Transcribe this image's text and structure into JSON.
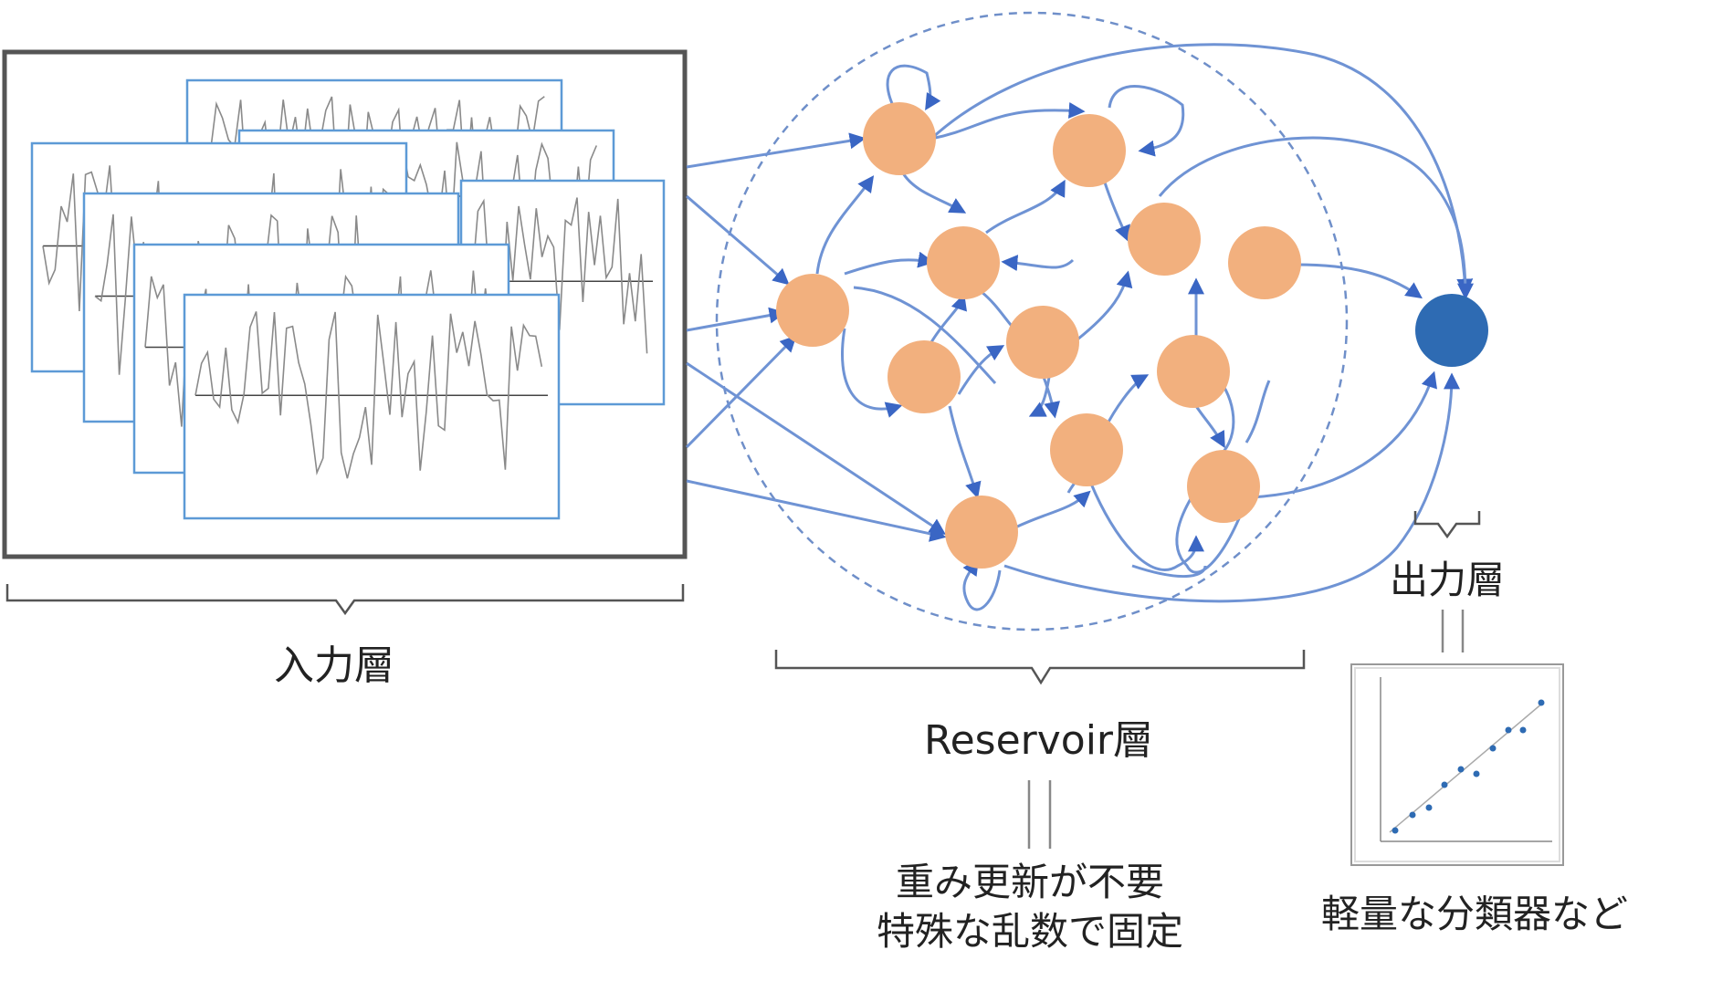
{
  "labels": {
    "input_layer": "入力層",
    "reservoir_layer": "Reservoir層",
    "output_layer": "出力層",
    "reservoir_note_line1": "重み更新が不要",
    "reservoir_note_line2": "特殊な乱数で固定",
    "output_note": "軽量な分類器など"
  },
  "colors": {
    "reservoir_node": "#f2b07e",
    "output_node": "#2e6bb3",
    "edge": "#6f93d4",
    "arrow": "#3a66c4",
    "frame_border": "#5d9ad6",
    "input_box_border": "#555555",
    "bracket": "#555555",
    "dashed_circle": "#6f8fc9"
  },
  "icons": {
    "time_series_frames": "waveform-frames",
    "scatter_plot": "scatter-regression-plot"
  }
}
